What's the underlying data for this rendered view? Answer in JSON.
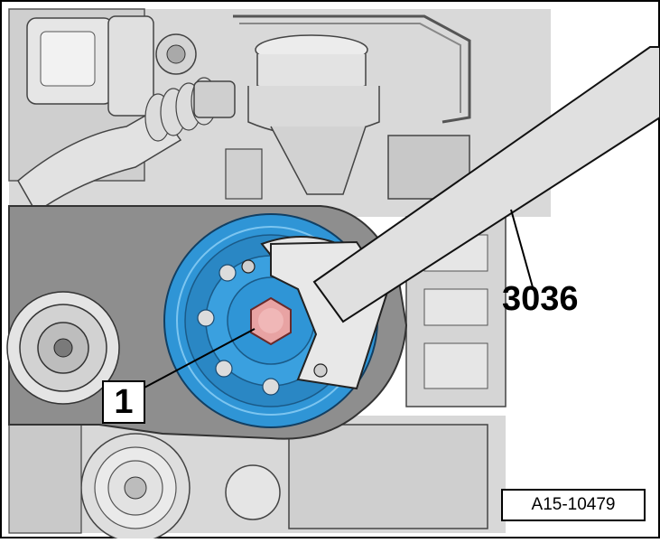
{
  "figure": {
    "callouts": [
      {
        "id": "1",
        "label": "1"
      },
      {
        "id": "tool",
        "label": "3036"
      }
    ],
    "reference_code": "A15-10479"
  },
  "colors": {
    "pulley": "#2f95d6",
    "pulley_dark": "#1f6fa8",
    "bolt": "#e8a3a3",
    "housing": "#8e8e8e",
    "housing_dark": "#5a5a5a",
    "engine_light": "#e4e4e4",
    "engine_mid": "#bdbdbd",
    "tool": "#e0e0e0"
  }
}
